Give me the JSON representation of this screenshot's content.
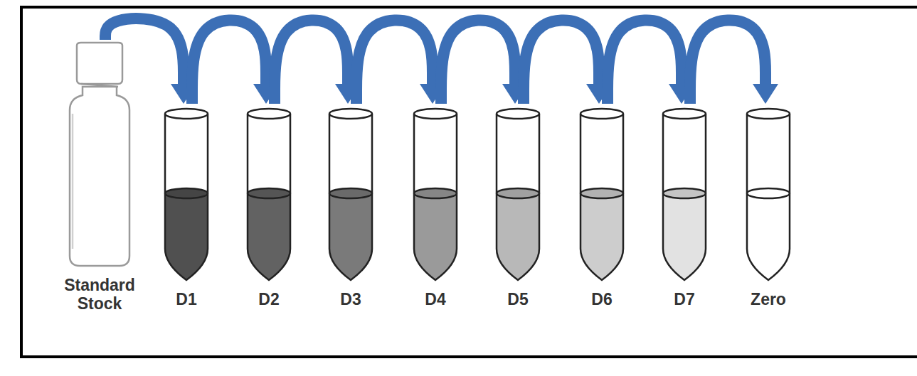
{
  "diagram": {
    "nodes": [
      {
        "text": [
          "Standard Stock"
        ]
      },
      {
        "text": [
          "D1"
        ]
      },
      {
        "text": [
          "D2"
        ]
      },
      {
        "text": [
          "D3"
        ]
      },
      {
        "text": [
          "D4"
        ]
      },
      {
        "text": [
          "D5"
        ]
      },
      {
        "text": [
          "D6"
        ]
      },
      {
        "text": [
          "D7"
        ]
      },
      {
        "text": [
          "Zero"
        ]
      }
    ],
    "edges": [
      {
        "from": 0,
        "to": 1,
        "arrow": "to"
      },
      {
        "from": 1,
        "to": 2,
        "arrow": "to"
      },
      {
        "from": 2,
        "to": 3,
        "arrow": "to"
      },
      {
        "from": 3,
        "to": 4,
        "arrow": "to"
      },
      {
        "from": 4,
        "to": 5,
        "arrow": "to"
      },
      {
        "from": 5,
        "to": 6,
        "arrow": "to"
      },
      {
        "from": 6,
        "to": 7,
        "arrow": "to"
      },
      {
        "from": 7,
        "to": 8,
        "arrow": "to"
      }
    ]
  }
}
